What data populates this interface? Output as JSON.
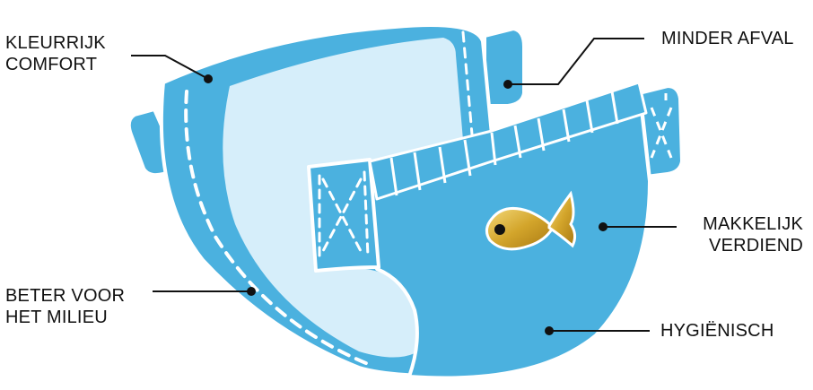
{
  "callouts": {
    "kleurrijk_comfort": {
      "line1": "KLEURRIJK",
      "line2": "COMFORT"
    },
    "minder_afval": {
      "line1": "MINDER AFVAL"
    },
    "makkelijk_verdiend": {
      "line1": "MAKKELIJK",
      "line2": "VERDIEND"
    },
    "beter_voor_het_milieu": {
      "line1": "BETER VOOR",
      "line2": "HET MILIEU"
    },
    "hygienisch": {
      "line1": "HYGIËNISCH"
    }
  },
  "colors": {
    "diaper_blue": "#4bb1df",
    "diaper_light": "#d6eefa",
    "outline_white": "#ffffff",
    "line_black": "#111111",
    "fish_gold": "#c99a1f",
    "fish_gold_light": "#f2d46a"
  },
  "icons": {
    "diaper": "diaper-illustration",
    "fish": "gold-fish-icon"
  }
}
